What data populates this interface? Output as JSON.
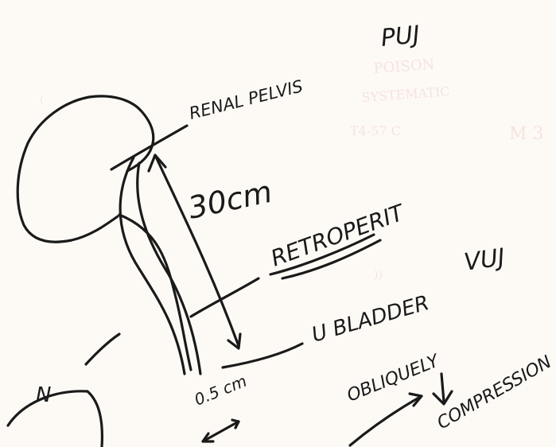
{
  "labels": {
    "renal_pelvis": "RENAL PELVIS",
    "puj": "PUJ",
    "length": "30cm",
    "retroperit": "RETROPERIT",
    "vuj": "VUJ",
    "u_bladder": "U BLADDER",
    "diameter": "0.5 cm",
    "obliquely": "OBLIQUELY",
    "kidney_n": "N",
    "compression": "COMPRESSION"
  },
  "colors": {
    "ink": "#1a1a1a",
    "paper": "#fdfaf6",
    "ghost": "#e9b9ae"
  }
}
